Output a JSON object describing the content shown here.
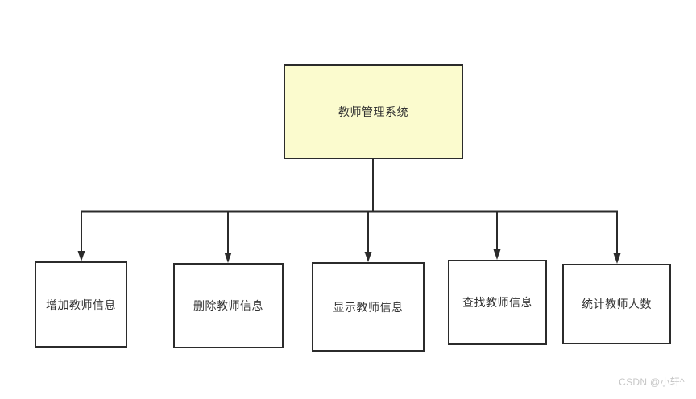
{
  "diagram": {
    "root": {
      "label": "教师管理系统"
    },
    "children": [
      {
        "label": "增加教师信息"
      },
      {
        "label": "删除教师信息"
      },
      {
        "label": "显示教师信息"
      },
      {
        "label": "查找教师信息"
      },
      {
        "label": "统计教师人数"
      }
    ],
    "colors": {
      "root_fill": "#FBFBCE",
      "node_fill": "#FFFFFF",
      "border": "#2B2B2B",
      "text": "#333333",
      "line": "#2B2B2B",
      "bg": "#FFFFFF"
    }
  },
  "watermark": {
    "text": "CSDN @小轩^",
    "color": "#C6C6C6"
  }
}
